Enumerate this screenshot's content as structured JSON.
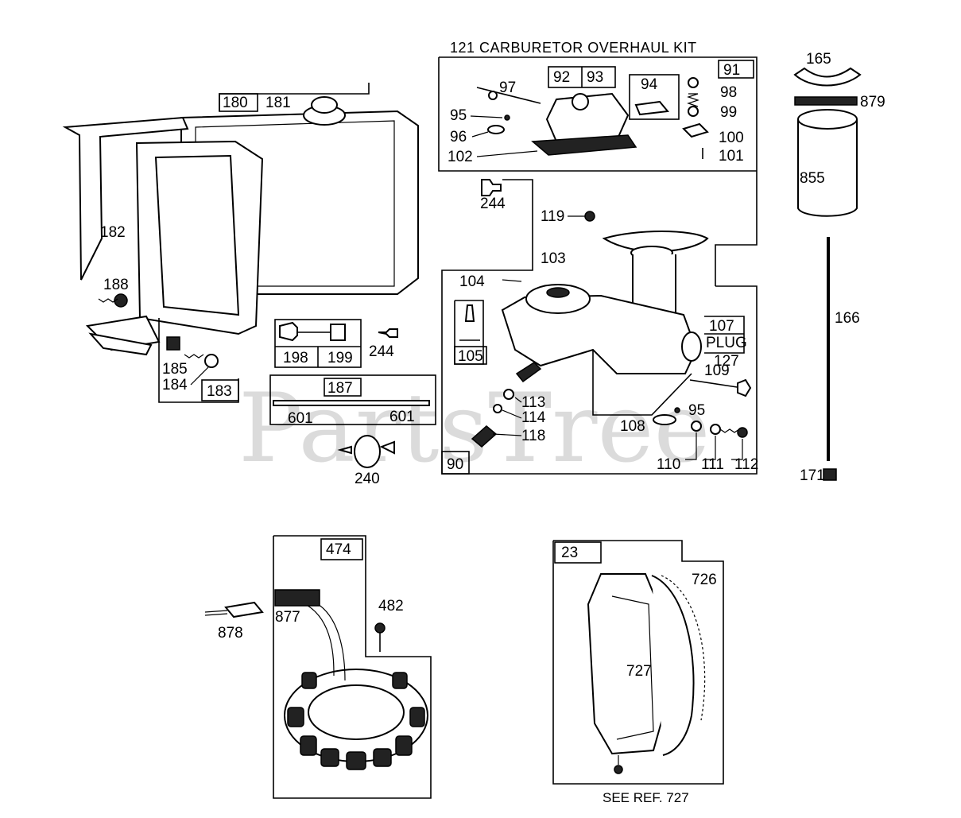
{
  "watermark": "PartsTree",
  "kit_title": "121 CARBURETOR OVERHAUL KIT",
  "callouts": {
    "c91": "91",
    "c92": "92",
    "c93": "93",
    "c94": "94",
    "c95a": "95",
    "c96": "96",
    "c97": "97",
    "c98": "98",
    "c99": "99",
    "c100": "100",
    "c101": "101",
    "c102": "102",
    "c165": "165",
    "c879": "879",
    "c855": "855",
    "c166": "166",
    "c171": "171",
    "c180": "180",
    "c181": "181",
    "c182": "182",
    "c183": "183",
    "c184": "184",
    "c185": "185",
    "c188": "188",
    "c244a": "244",
    "c119": "119",
    "c103": "103",
    "c104": "104",
    "c105": "105",
    "c107": "107",
    "plug": "PLUG",
    "c127": "127",
    "c109": "109",
    "c95b": "95",
    "c108": "108",
    "c110": "110",
    "c111": "111",
    "c112": "112",
    "c113": "113",
    "c114": "114",
    "c118": "118",
    "c90": "90",
    "c198": "198",
    "c199": "199",
    "c244b": "244",
    "c187": "187",
    "c601a": "601",
    "c601b": "601",
    "c240": "240",
    "c474": "474",
    "c482": "482",
    "c877": "877",
    "c878": "878",
    "c23": "23",
    "c726": "726",
    "c727": "727",
    "see_ref": "SEE REF. 727"
  }
}
